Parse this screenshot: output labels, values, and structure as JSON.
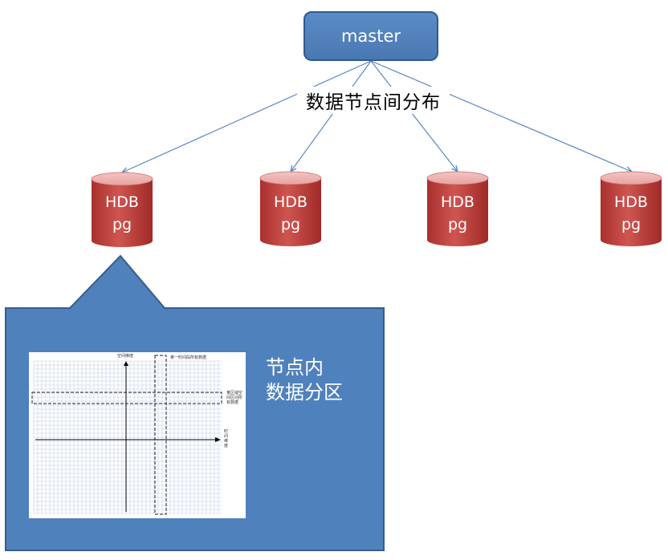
{
  "master": {
    "label": "master"
  },
  "distribution_label": "数据节点间分布",
  "nodes": [
    {
      "line1": "HDB",
      "line2": "pg"
    },
    {
      "line1": "HDB",
      "line2": "pg"
    },
    {
      "line1": "HDB",
      "line2": "pg"
    },
    {
      "line1": "HDB",
      "line2": "pg"
    }
  ],
  "callout": {
    "line1": "节点内",
    "line2": "数据分区"
  },
  "inset": {
    "y_axis_label": "空间维度",
    "x_axis_label": "时间维度",
    "vertical_band_label": "某一时间段所有数据",
    "horizontal_band_label": "某区域空间区间所有数据"
  },
  "colors": {
    "master_fill": "#4f81bd",
    "arrow": "#5b87bf",
    "cylinder": "#c0504d",
    "callout_fill": "#4f81bd",
    "callout_border": "#385d8a"
  }
}
